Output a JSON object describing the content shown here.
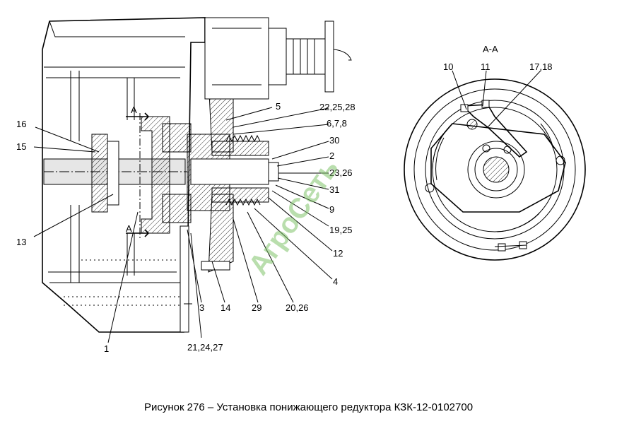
{
  "caption": "Рисунок 276 – Установка понижающего редуктора КЗК-12-0102700",
  "watermark": "АгроСеть",
  "section_title": "А-А",
  "section_marks": [
    "А",
    "А"
  ],
  "callouts_left": [
    "16",
    "15",
    "13",
    "1",
    "21,24,27",
    "3",
    "14",
    "29",
    "20,26",
    "4",
    "12",
    "19,25",
    "9",
    "31",
    "23,26",
    "2",
    "30",
    "6,7,8",
    "22,25,28",
    "5"
  ],
  "callouts_right": [
    "10",
    "11",
    "17,18"
  ]
}
